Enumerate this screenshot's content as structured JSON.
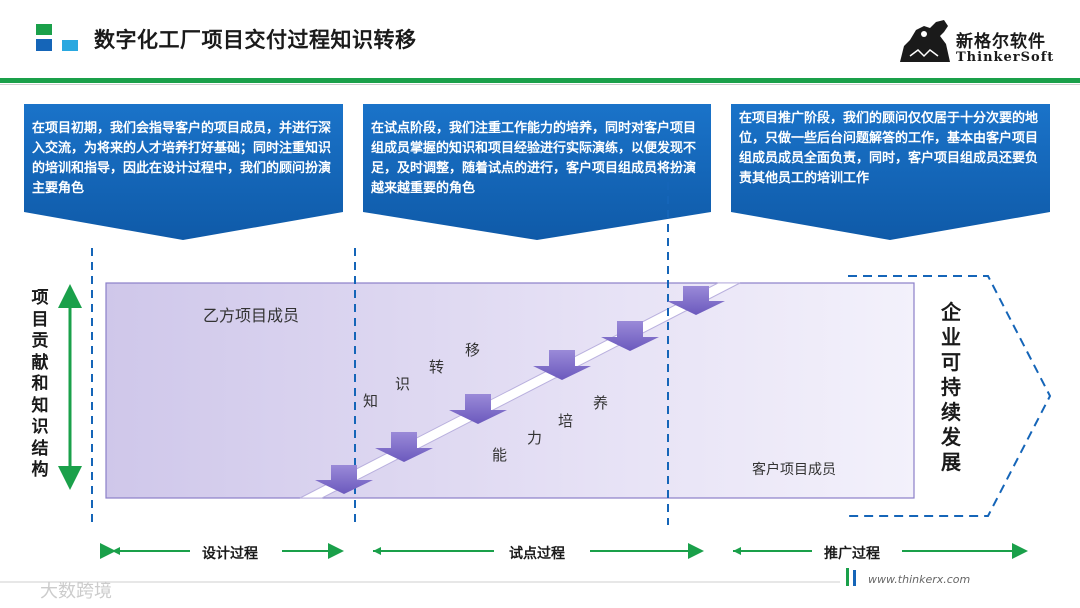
{
  "title": "数字化工厂项目交付过程知识转移",
  "logo": {
    "cn": "新格尔软件",
    "en": "ThinkerSoft"
  },
  "callouts": [
    {
      "text": "在项目初期，我们会指导客户的项目成员，并进行深入交流，为将来的人才培养打好基础；同时注重知识的培训和指导，因此在设计过程中，我们的顾问扮演主要角色"
    },
    {
      "text": "在试点阶段，我们注重工作能力的培养，同时对客户项目组成员掌握的知识和项目经验进行实际演练，以便发现不足，及时调整，随着试点的进行，客户项目组成员将扮演越来越重要的角色"
    },
    {
      "text": "在项目推广阶段，我们的顾问仅仅居于十分次要的地位，只做一些后台问题解答的工作，基本由客户项目组成员成员全面负责，同时，客户项目组成员还要负责其他员工的培训工作"
    }
  ],
  "left_axis_label": "项目贡献和知识结构",
  "right_label": "企业可持续发展",
  "diagram": {
    "top_party": "乙方项目成员",
    "bottom_party": "客户项目成员",
    "knowledge_chars": [
      "知",
      "识",
      "转",
      "移"
    ],
    "ability_chars": [
      "能",
      "力",
      "培",
      "养"
    ]
  },
  "phases": [
    "设计过程",
    "试点过程",
    "推广过程"
  ],
  "colors": {
    "brand_blue": "#1565b8",
    "brand_green": "#1aa04a",
    "band_fill": "#d9d3ef",
    "arrow_purple": "#7d6cc7"
  },
  "footer": {
    "url": "www.thinkerx.com",
    "watermark": "大数跨境"
  }
}
